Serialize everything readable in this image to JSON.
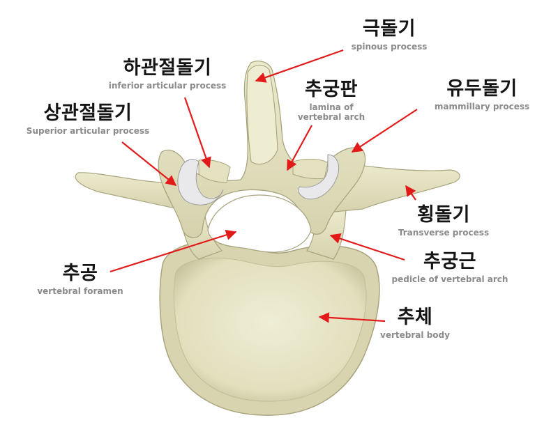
{
  "labels": {
    "spinous": {
      "kr": "극돌기",
      "en": "spinous process"
    },
    "inferior_articular": {
      "kr": "하관절돌기",
      "en": "inferior articular process"
    },
    "lamina": {
      "kr": "추궁판",
      "en": "lamina of vertebral arch"
    },
    "mammillary": {
      "kr": "유두돌기",
      "en": "mammillary process"
    },
    "superior_articular": {
      "kr": "상관절돌기",
      "en": "Superior articular process"
    },
    "transverse": {
      "kr": "횡돌기",
      "en": "Transverse process"
    },
    "pedicle": {
      "kr": "추궁근",
      "en": "pedicle of vertebral arch"
    },
    "foramen": {
      "kr": "추공",
      "en": "vertebral foramen"
    },
    "body": {
      "kr": "추체",
      "en": "vertebral body"
    }
  },
  "colors": {
    "bone": "#e8e6c4",
    "bone_shadow": "#b9b48e",
    "cartilage": "#e6e6e8",
    "arrow": "#e21a1a"
  }
}
